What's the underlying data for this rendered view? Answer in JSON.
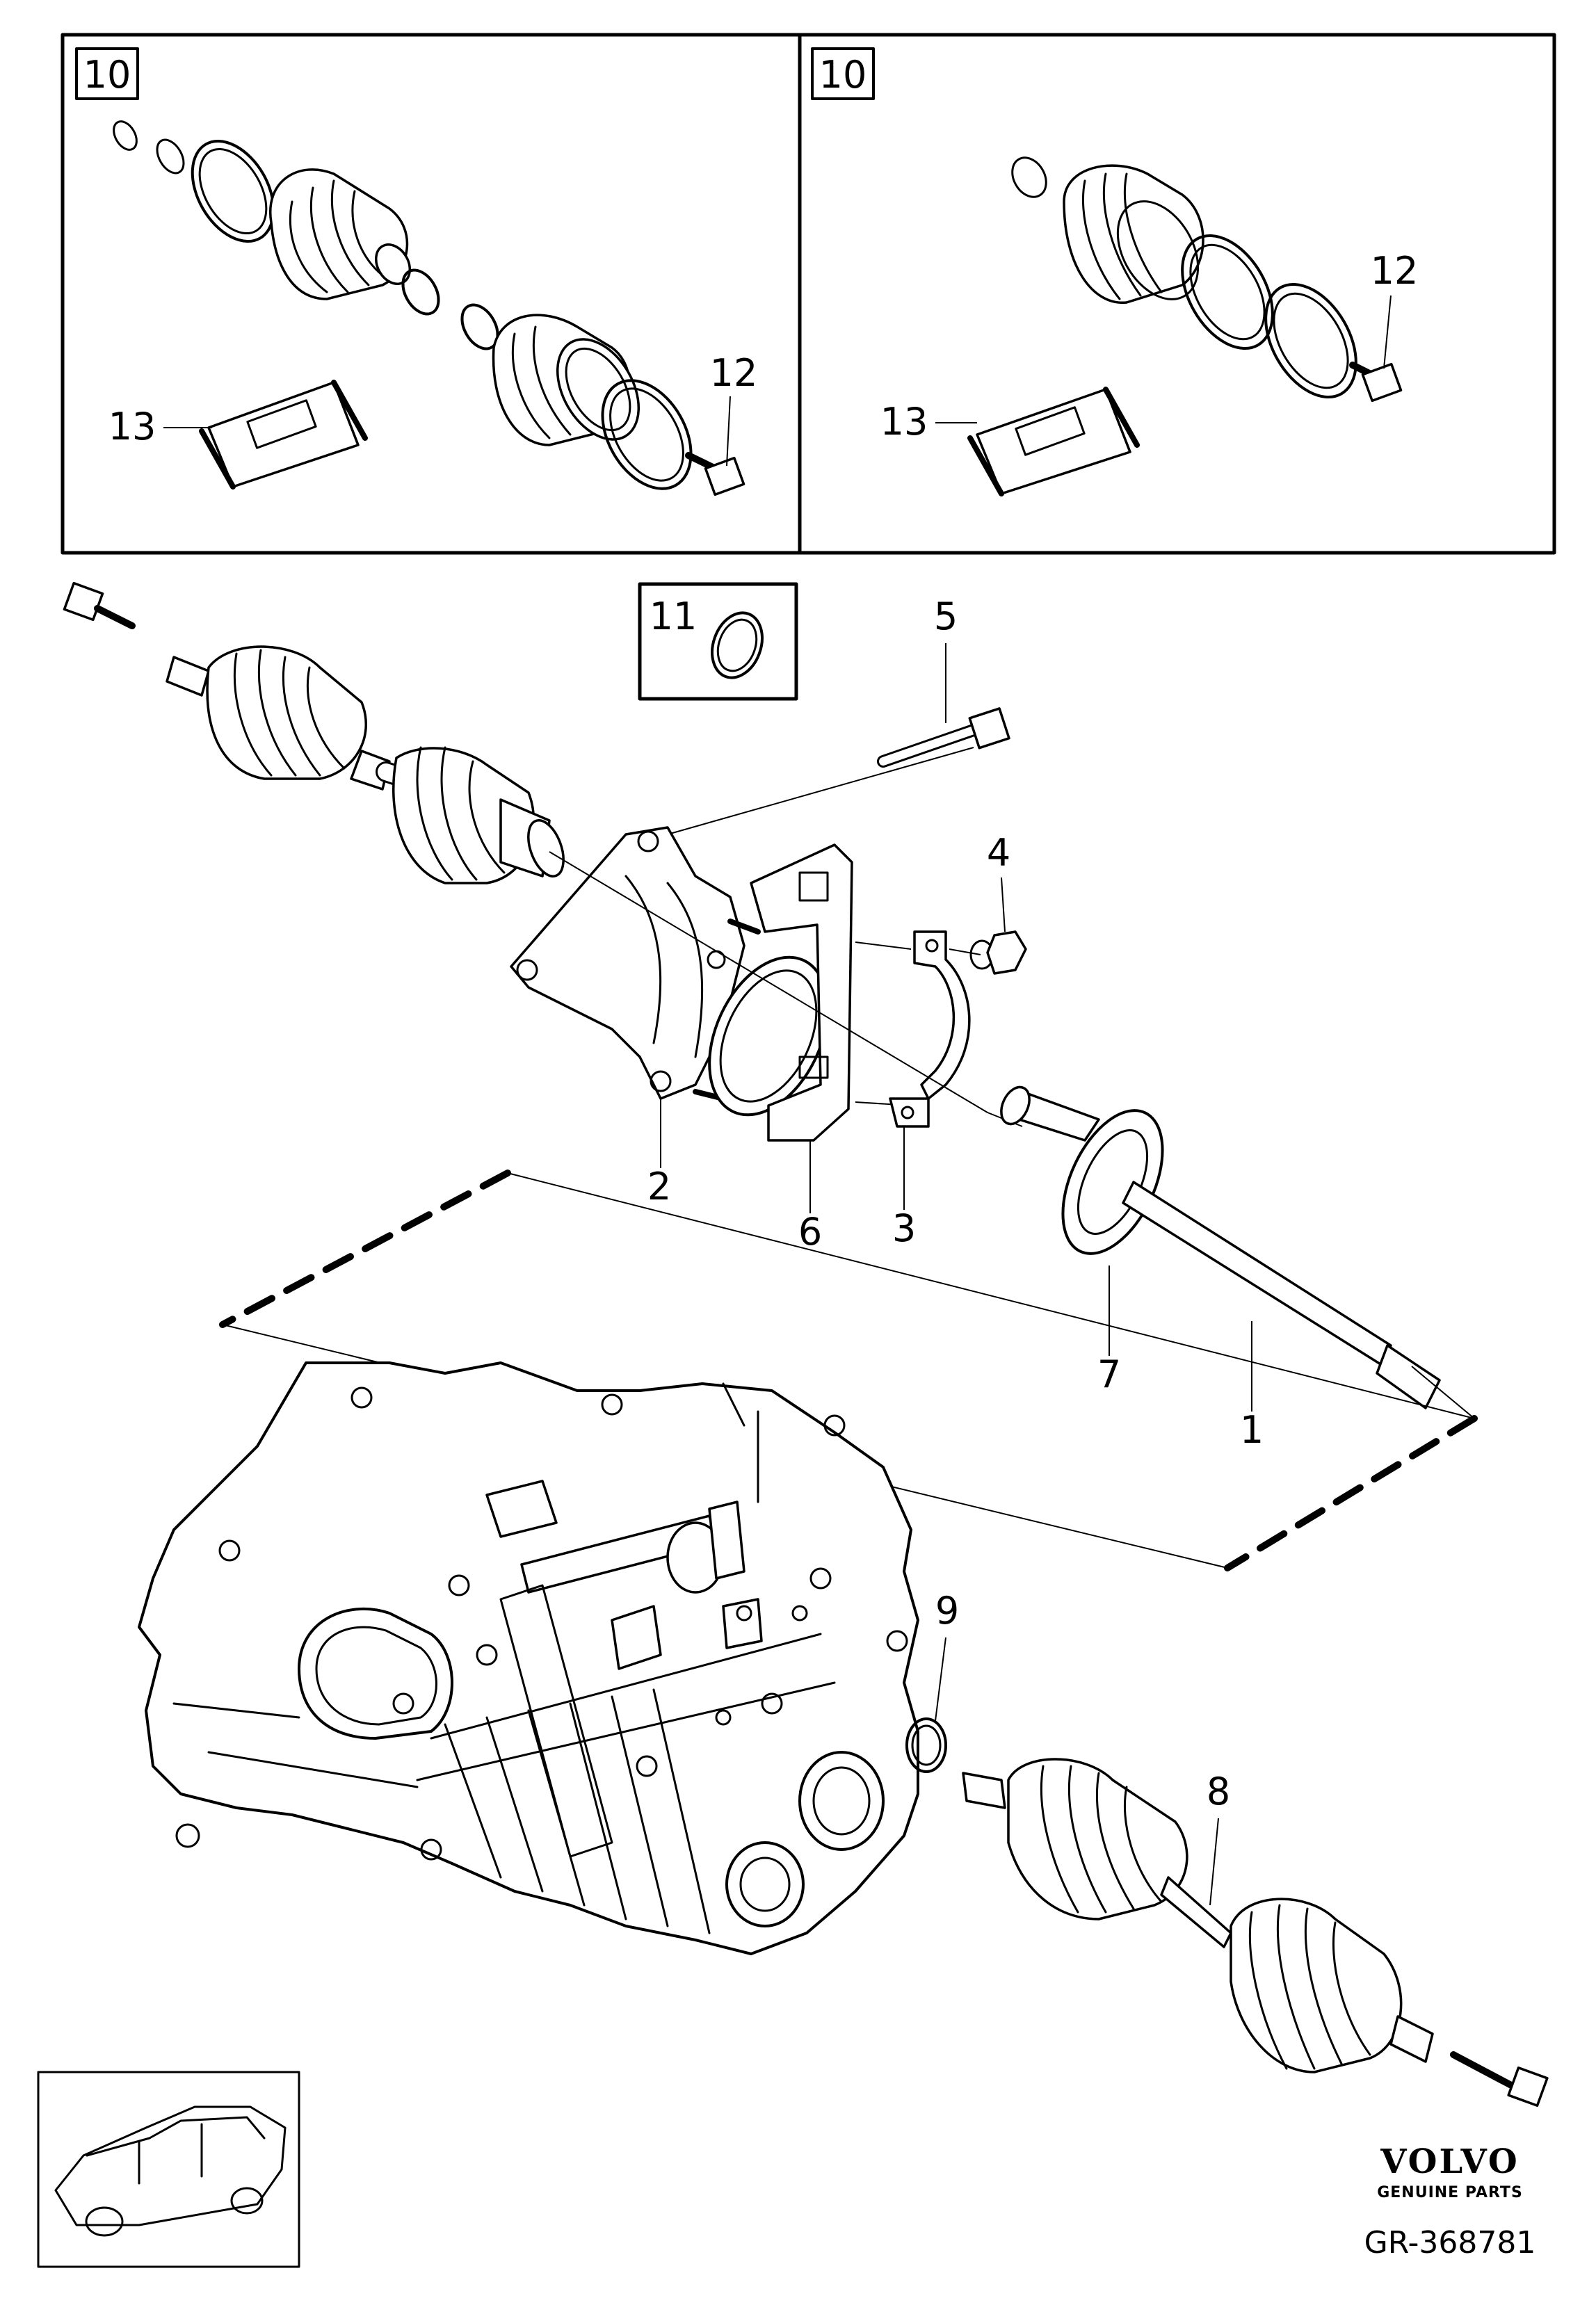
{
  "diagram": {
    "callouts": [
      {
        "id": "c10a",
        "label": "10",
        "boxed": true
      },
      {
        "id": "c10b",
        "label": "10",
        "boxed": true
      },
      {
        "id": "c11",
        "label": "11",
        "boxed": true
      },
      {
        "id": "c12a",
        "label": "12"
      },
      {
        "id": "c12b",
        "label": "12"
      },
      {
        "id": "c13a",
        "label": "13"
      },
      {
        "id": "c13b",
        "label": "13"
      },
      {
        "id": "c5",
        "label": "5"
      },
      {
        "id": "c4",
        "label": "4"
      },
      {
        "id": "c2",
        "label": "2"
      },
      {
        "id": "c6",
        "label": "6"
      },
      {
        "id": "c3",
        "label": "3"
      },
      {
        "id": "c7",
        "label": "7"
      },
      {
        "id": "c1",
        "label": "1"
      },
      {
        "id": "c9",
        "label": "9"
      },
      {
        "id": "c8",
        "label": "8"
      }
    ]
  },
  "branding": {
    "brand": "VOLVO",
    "tagline": "GENUINE PARTS",
    "reference": "GR-368781"
  }
}
